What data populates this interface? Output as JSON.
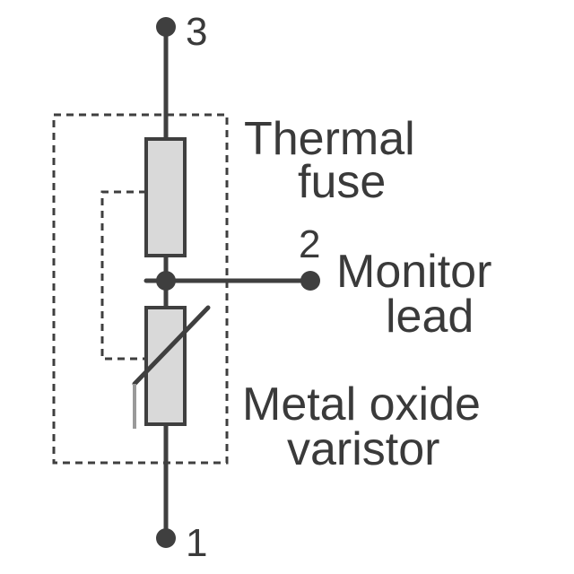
{
  "pins": {
    "top": "3",
    "middle": "2",
    "bottom": "1"
  },
  "labels": {
    "thermal_fuse_line1": "Thermal",
    "thermal_fuse_line2": "fuse",
    "monitor_lead_line1": "Monitor",
    "monitor_lead_line2": "lead",
    "mov_line1": "Metal oxide",
    "mov_line2": "varistor"
  },
  "colors": {
    "line": "#3f3f3f",
    "component_fill": "#d9d9d9",
    "text": "#3a3a3a",
    "lead_accent": "#9a9a9a"
  }
}
